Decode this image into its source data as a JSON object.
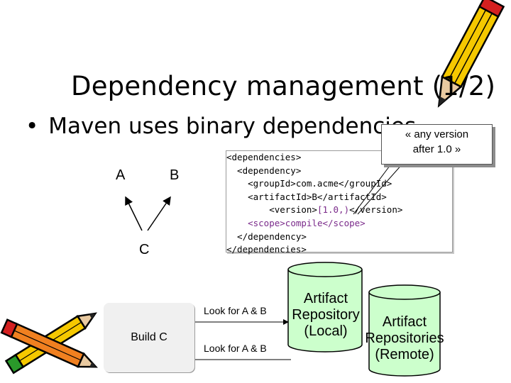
{
  "title": "Dependency management (1/2)",
  "bullet": {
    "dot": "•",
    "text": "Maven uses binary dependencies"
  },
  "callout": {
    "line1": "« any version",
    "line2": "after 1.0 »"
  },
  "graph": {
    "node_a": "A",
    "node_b": "B",
    "node_c": "C"
  },
  "code": {
    "lines": [
      "<dependencies>",
      "  <dependency>",
      "    <groupId>com.acme</groupId>",
      "    <artifactId>B</artifactId>",
      "    <version>",
      "[1.0,)",
      "</version>",
      "<scope>compile</scope>",
      "  </dependency>",
      "</dependencies>"
    ]
  },
  "build": {
    "label": "Build C",
    "look_top": "Look for A & B",
    "look_bottom": "Look for A & B"
  },
  "repos": {
    "local_line1": "Artifact",
    "local_line2": "Repository",
    "local_line3": "(Local)",
    "remote_line1": "Artifact",
    "remote_line2": "Repositories",
    "remote_line3": "(Remote)"
  },
  "colors": {
    "cylinder_fill": "#ccffcc",
    "code_accent": "#7a2a8a",
    "pencil_yellow": "#f5c800",
    "pencil_red": "#d42020"
  }
}
